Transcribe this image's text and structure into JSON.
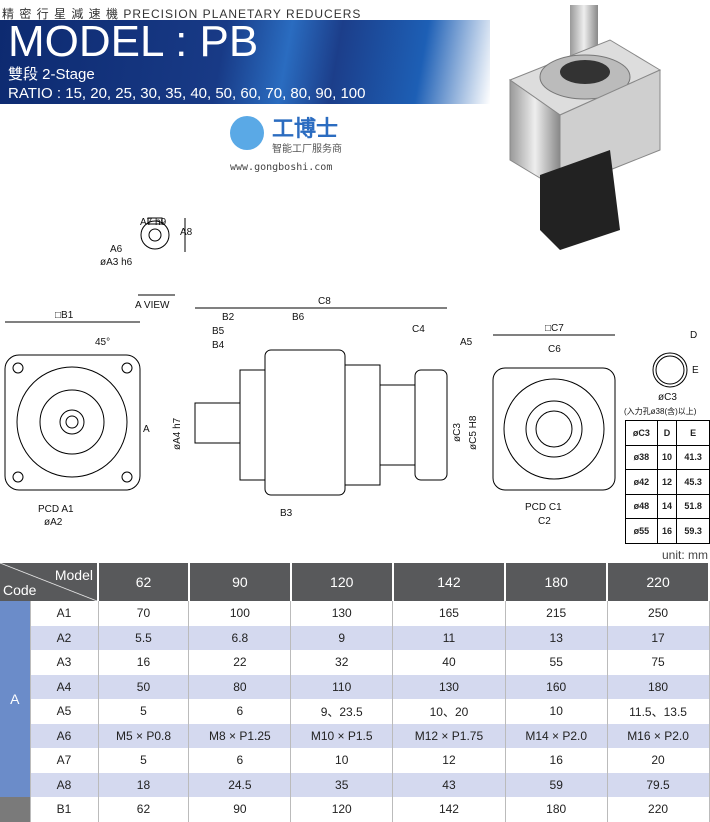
{
  "header": {
    "subtitle": "精 密 行 星 減 速 機   PRECISION PLANETARY REDUCERS",
    "model": "MODEL : PB",
    "stage": "雙段 2-Stage",
    "ratio": "RATIO : 15, 20, 25, 30, 35, 40, 50, 60, 70, 80, 90, 100"
  },
  "drawing": {
    "aview": {
      "a7": "A7 h9",
      "a8": "A8",
      "a6": "A6",
      "a3": "øA3 h6",
      "title": "A VIEW"
    },
    "front": {
      "b1": "□B1",
      "angle": "45°",
      "pcd": "PCD A1",
      "a2": "øA2"
    },
    "side": {
      "c8": "C8",
      "b2": "B2",
      "b6": "B6",
      "b5": "B5",
      "b4": "B4",
      "c4": "C4",
      "a5": "A5",
      "a4": "øA4 h7",
      "a": "A",
      "c3": "øC3",
      "c5": "øC5 H8",
      "b3": "B3"
    },
    "rear": {
      "c7": "□C7",
      "c6": "C6",
      "pcd": "PCD C1",
      "c2": "C2"
    },
    "key": {
      "d": "D",
      "e": "E",
      "c3": "øC3",
      "note": "(入力孔ø38(含)以上)",
      "headers": [
        "øC3",
        "D",
        "E"
      ],
      "rows": [
        [
          "ø38",
          "10",
          "41.3"
        ],
        [
          "ø42",
          "12",
          "45.3"
        ],
        [
          "ø48",
          "14",
          "51.8"
        ],
        [
          "ø55",
          "16",
          "59.3"
        ]
      ]
    }
  },
  "table": {
    "unit": "unit: mm",
    "corner_model": "Model",
    "corner_code": "Code",
    "models": [
      "62",
      "90",
      "120",
      "142",
      "180",
      "220"
    ],
    "group_a": "A",
    "rows": [
      {
        "code": "A1",
        "values": [
          "70",
          "100",
          "130",
          "165",
          "215",
          "250"
        ]
      },
      {
        "code": "A2",
        "values": [
          "5.5",
          "6.8",
          "9",
          "11",
          "13",
          "17"
        ]
      },
      {
        "code": "A3",
        "values": [
          "16",
          "22",
          "32",
          "40",
          "55",
          "75"
        ]
      },
      {
        "code": "A4",
        "values": [
          "50",
          "80",
          "110",
          "130",
          "160",
          "180"
        ]
      },
      {
        "code": "A5",
        "values": [
          "5",
          "6",
          "9、23.5",
          "10、20",
          "10",
          "11.5、13.5"
        ]
      },
      {
        "code": "A6",
        "values": [
          "M5 × P0.8",
          "M8 × P1.25",
          "M10 × P1.5",
          "M12 × P1.75",
          "M14 × P2.0",
          "M16 × P2.0"
        ]
      },
      {
        "code": "A7",
        "values": [
          "5",
          "6",
          "10",
          "12",
          "16",
          "20"
        ]
      },
      {
        "code": "A8",
        "values": [
          "18",
          "24.5",
          "35",
          "43",
          "59",
          "79.5"
        ]
      },
      {
        "code": "B1",
        "values": [
          "62",
          "90",
          "120",
          "142",
          "180",
          "220"
        ]
      }
    ]
  },
  "watermark": {
    "name": "工博士",
    "tagline": "智能工厂服务商",
    "url": "www.gongboshi.com"
  },
  "colors": {
    "banner": "#183a86",
    "header_bg": "#58595b",
    "alt_row": "#d4d9ef",
    "group_a": "#6b8cc9"
  }
}
